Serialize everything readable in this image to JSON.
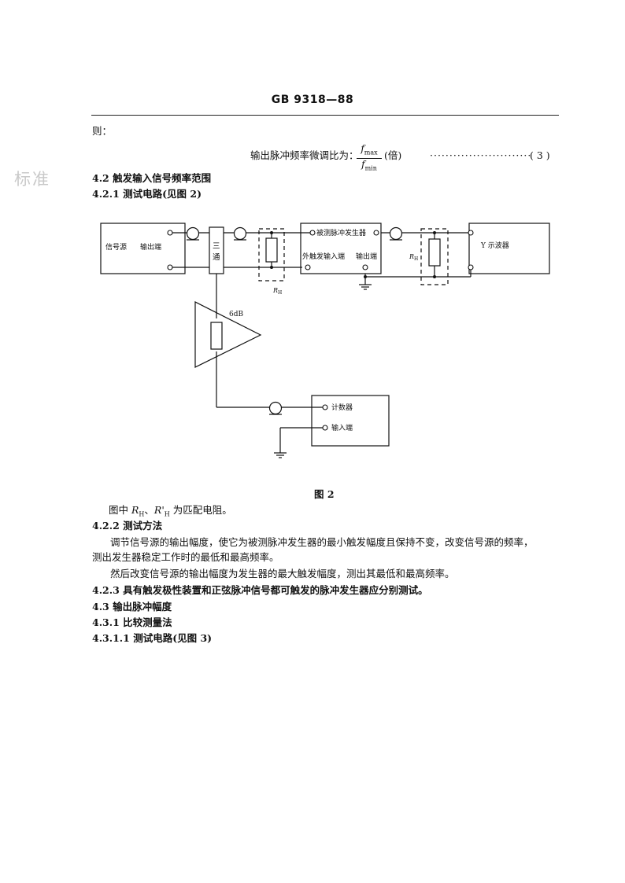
{
  "header": {
    "title": "GB 9318—88"
  },
  "watermark": "标准",
  "lines": {
    "intro": "则：",
    "formula_label": "输出脉冲频率微调比为：",
    "formula_num": "f",
    "formula_num_sub": "max",
    "formula_den": "f",
    "formula_den_sub": "min",
    "formula_unit": "(倍)",
    "formula_dots": "··························",
    "formula_eqno": "( 3 )",
    "s4_2": "4.2  触发输入信号频率范围",
    "s4_2_1": "4.2.1  测试电路(见图 2)",
    "fig_caption": "图 2",
    "fig_note_a": "图中 ",
    "fig_note_r": "R",
    "fig_note_sub1": "H",
    "fig_note_sep": "、",
    "fig_note_r2": "R'",
    "fig_note_sub2": "H",
    "fig_note_b": " 为匹配电阻。",
    "s4_2_2": "4.2.2  测试方法",
    "p1a": "调节信号源的输出幅度，使它为被测脉冲发生器的最小触发幅度且保持不变，改变信号源的频率，",
    "p1b": "测出发生器稳定工作时的最低和最高频率。",
    "p2": "然后改变信号源的输出幅度为发生器的最大触发幅度，测出其最低和最高频率。",
    "s4_2_3": "4.2.3  具有触发极性装置和正弦脉冲信号都可触发的脉冲发生器应分别测试。",
    "s4_3": "4.3  输出脉冲幅度",
    "s4_3_1": "4.3.1  比较测量法",
    "s4_3_1_1": "4.3.1.1  测试电路(见图 3)"
  },
  "diagram": {
    "signal_source": "信号源",
    "signal_out": "输出端",
    "tee_char1": "三",
    "tee_char2": "通",
    "pulse_gen": "被测脉冲发生器",
    "ext_trigger": "外触发输入端",
    "gen_out": "输出端",
    "scope": "Y 示波器",
    "counter": "计数器",
    "counter_in": "输入端",
    "attenuator": "6dB",
    "r_h": "R",
    "r_h_sub": "H",
    "r_h2": "R",
    "r_h2_sub": "H"
  }
}
